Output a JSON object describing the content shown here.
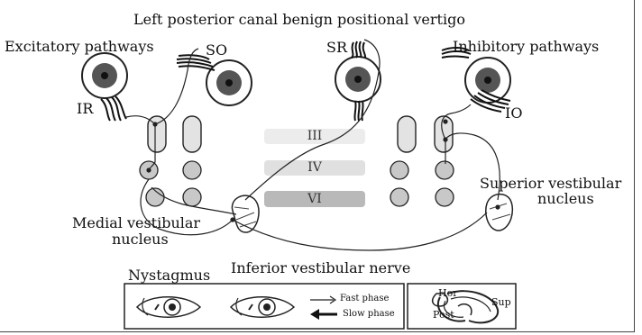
{
  "title": "Left posterior canal benign positional vertigo",
  "pathways": {
    "excitatory": "Excitatory pathways",
    "inhibitory": "Inhibitory pathways"
  },
  "muscles": {
    "so": "SO",
    "sr": "SR",
    "ir": "IR",
    "io": "IO"
  },
  "nuclei": {
    "cn3": "III",
    "cn4": "IV",
    "cn6": "VI",
    "medial_vestibular": [
      "Medial vestibular",
      "nucleus"
    ],
    "superior_vestibular": [
      "Superior vestibular",
      "nucleus"
    ]
  },
  "nerve": "Inferior vestibular nerve",
  "nystagmus": {
    "title": "Nystagmus",
    "fast_phase": "Fast phase",
    "slow_phase": "Slow phase"
  },
  "canals": {
    "hor": "Hor",
    "sup": "Sup",
    "post": "Post"
  }
}
